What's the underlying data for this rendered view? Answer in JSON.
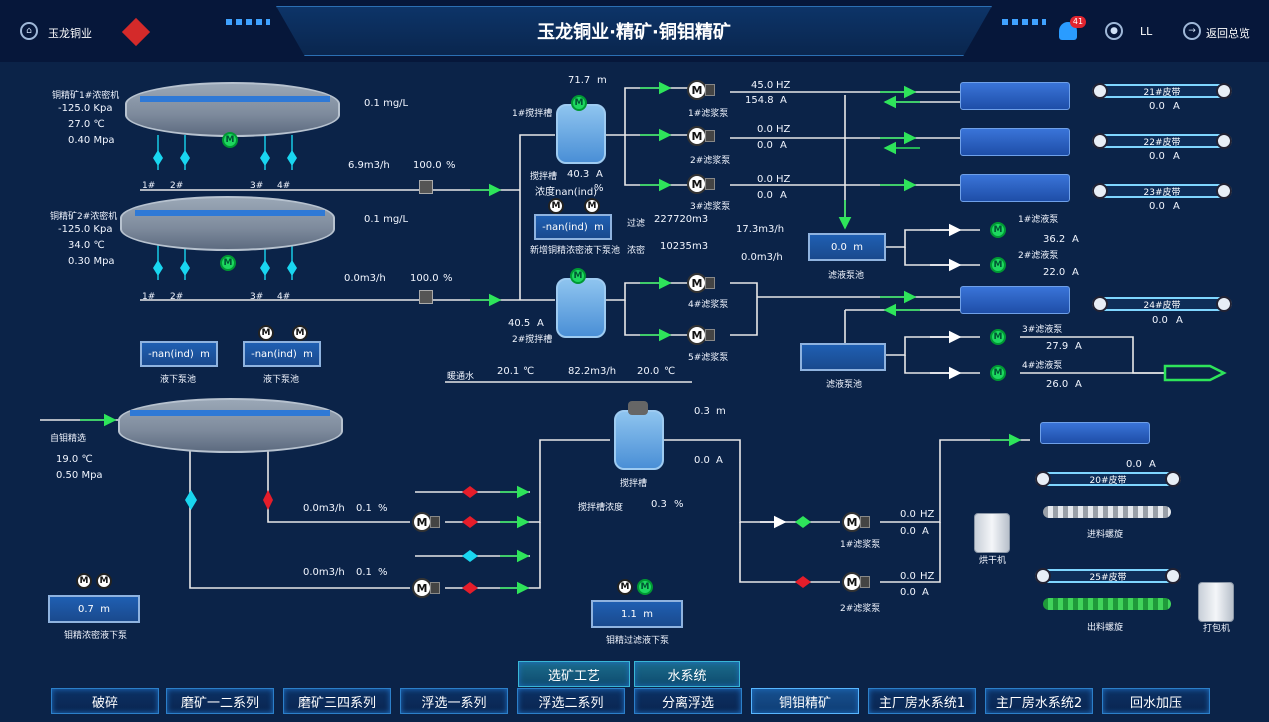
{
  "header": {
    "logo_text": "玉龙铜业",
    "title": "玉龙铜业·精矿·铜钼精矿",
    "alarm_count": "41",
    "user_name": "LL",
    "back_label": "返回总览"
  },
  "thickeners": [
    {
      "name": "铜精矿1#浓密机",
      "pressure_neg": "-125.0 Kpa",
      "temp": "27.0 ℃",
      "pressure": "0.40 Mpa",
      "conc": "0.1 mg/L"
    },
    {
      "name": "铜精矿2#浓密机",
      "pressure_neg": "-125.0 Kpa",
      "temp": "34.0 ℃",
      "pressure": "0.30 Mpa",
      "conc": "0.1 mg/L"
    }
  ],
  "valve_labels": [
    "1#",
    "2#",
    "3#",
    "4#"
  ],
  "line1": {
    "flow": "6.9m3/h",
    "pct": "100.0",
    "pct_unit": "%"
  },
  "line2": {
    "flow": "0.0m3/h",
    "pct": "100.0",
    "pct_unit": "%"
  },
  "agitator1": {
    "label": "1#搅拌槽",
    "level": "71.7",
    "level_unit": "m",
    "name2": "搅拌槽",
    "current": "40.3",
    "current_unit": "A",
    "conc_label": "浓度nan(ind)",
    "conc_unit": "%"
  },
  "agitator2": {
    "label": "2#搅拌槽",
    "current": "40.5",
    "current_unit": "A"
  },
  "new_tank": {
    "value": "-nan(ind)",
    "unit": "m",
    "label": "新增铜精浓密液下泵池"
  },
  "filter_stats": {
    "filter_label": "过滤",
    "filter_val": "227720",
    "filter_unit": "m3",
    "conc_label": "浓密",
    "conc_val": "10235",
    "conc_unit": "m3",
    "flow1": "17.3m3/h",
    "flow2": "0.0m3/h"
  },
  "pumps_top": [
    {
      "name": "1#滤浆泵",
      "hz": "45.0",
      "hz_unit": "HZ",
      "a": "154.8",
      "a_unit": "A"
    },
    {
      "name": "2#滤浆泵",
      "hz": "0.0",
      "hz_unit": "HZ",
      "a": "0.0",
      "a_unit": "A"
    },
    {
      "name": "3#滤浆泵",
      "hz": "0.0",
      "hz_unit": "HZ",
      "a": "0.0",
      "a_unit": "A"
    },
    {
      "name": "4#滤浆泵"
    },
    {
      "name": "5#滤浆泵"
    }
  ],
  "filtrate_pool1": {
    "value": "0.0",
    "unit": "m",
    "label": "滤液泵池",
    "p1_name": "1#滤液泵",
    "p1_a": "36.2",
    "p2_name": "2#滤液泵",
    "p2_a": "22.0",
    "unit_a": "A"
  },
  "filtrate_pool2": {
    "label": "滤液泵池",
    "p3_name": "3#滤液泵",
    "p3_a": "27.9",
    "p4_name": "4#滤液泵",
    "p4_a": "26.0",
    "unit_a": "A"
  },
  "belts_top": [
    {
      "name": "21#皮带",
      "a": "0.0",
      "unit": "A"
    },
    {
      "name": "22#皮带",
      "a": "0.0",
      "unit": "A"
    },
    {
      "name": "23#皮带",
      "a": "0.0",
      "unit": "A"
    },
    {
      "name": "24#皮带",
      "a": "0.0",
      "unit": "A"
    }
  ],
  "sumps": [
    {
      "value": "-nan(ind)",
      "unit": "m",
      "label": "液下泵池"
    },
    {
      "value": "-nan(ind)",
      "unit": "m",
      "label": "液下泵池"
    }
  ],
  "water": {
    "label": "暖通水",
    "temp1": "20.1",
    "temp_unit": "℃",
    "flow": "82.2m3/h",
    "temp2": "20.0"
  },
  "moly": {
    "source_label": "自钼精选",
    "temp": "19.0 ℃",
    "pressure": "0.50 Mpa"
  },
  "moly_lines": [
    {
      "flow": "0.0m3/h",
      "pct": "0.1",
      "pct_unit": "%"
    },
    {
      "flow": "0.0m3/h",
      "pct": "0.1",
      "pct_unit": "%"
    }
  ],
  "moly_agitator": {
    "level": "0.3",
    "level_unit": "m",
    "current": "0.0",
    "current_unit": "A",
    "label": "搅拌槽",
    "conc_label": "搅拌槽浓度",
    "conc": "0.3",
    "conc_unit": "%"
  },
  "moly_pumps": [
    {
      "name": "1#滤浆泵",
      "hz": "0.0",
      "hz_unit": "HZ",
      "a": "0.0",
      "a_unit": "A"
    },
    {
      "name": "2#滤浆泵",
      "hz": "0.0",
      "hz_unit": "HZ",
      "a": "0.0",
      "a_unit": "A"
    }
  ],
  "moly_belts": [
    {
      "name": "20#皮带",
      "pre_a": "0.0",
      "unit": "A"
    },
    {
      "name": "25#皮带"
    }
  ],
  "equip": {
    "dryer": "烘干机",
    "feed_screw": "进料螺旋",
    "out_screw": "出料螺旋",
    "packer": "打包机"
  },
  "moly_tank": {
    "value": "0.7",
    "unit": "m",
    "label": "钼精浓密液下泵"
  },
  "moly_filter_tank": {
    "value": "1.1",
    "unit": "m",
    "label": "钼精过滤液下泵"
  },
  "tabs_top": [
    "选矿工艺",
    "水系统"
  ],
  "tabs_bottom": [
    "破碎",
    "磨矿一二系列",
    "磨矿三四系列",
    "浮选一系列",
    "浮选二系列",
    "分离浮选",
    "铜钼精矿",
    "主厂房水系统1",
    "主厂房水系统2",
    "回水加压"
  ],
  "active_tab": "铜钼精矿",
  "colors": {
    "bg": "#0b2348",
    "flow_arrow": "#2ee45a",
    "pipe": "#e8e8e8",
    "cyan_valve": "#19d6f0",
    "red_valve": "#e51d2a"
  }
}
